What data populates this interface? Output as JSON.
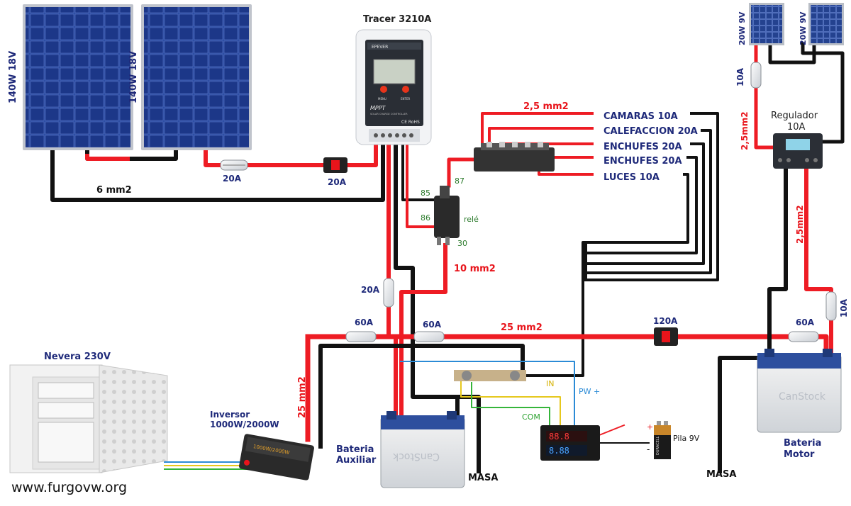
{
  "panels": {
    "main_left": "140W 18V",
    "main_right": "140W 18V",
    "small_left": "20W 9V",
    "small_right": "20W 9V"
  },
  "controller": {
    "title": "Tracer 3210A",
    "brand": "EPEVER",
    "mppt": "MPPT",
    "sub": "SOLAR CHARGE CONTROLLER",
    "ce": "CE RoHS",
    "btn1": "MENU",
    "btn2": "ENTER"
  },
  "wires": {
    "panel_cable": "6 mm2",
    "fuse_panel": "20A",
    "breaker_panel": "20A",
    "fuse_controller": "20A",
    "battery_cable": "10 mm2",
    "distribution_cable": "2,5 mm2",
    "main_cable": "25 mm2",
    "fuse_aux_1": "60A",
    "fuse_aux_2": "60A",
    "breaker_main": "120A",
    "fuse_motor": "60A",
    "inverter_cable": "25 mm2",
    "small_fuse_top": "10A",
    "small_fuse_right": "10A",
    "regulator_in": "2,5mm2",
    "regulator_out": "2,5mm2"
  },
  "circuits": [
    "CAMARAS 10A",
    "CALEFACCION 20A",
    "ENCHUFES 20A",
    "ENCHUFES 20A",
    "LUCES 10A"
  ],
  "relay": {
    "label": "relé",
    "pin85": "85",
    "pin86": "86",
    "pin87": "87",
    "pin30": "30"
  },
  "regulator": {
    "line1": "Regulador",
    "line2": "10A"
  },
  "meter": {
    "in": "IN",
    "com": "COM",
    "pw": "PW +",
    "plus": "+",
    "minus": "-",
    "pila": "Pila 9V",
    "battery_brand": "DURACELL"
  },
  "fridge": "Nevera 230V",
  "inverter": {
    "line1": "Inversor",
    "line2": "1000W/2000W",
    "face": "1000W/2000W"
  },
  "battery_aux": {
    "line1": "Bateria",
    "line2": "Auxiliar",
    "brand": "CanStock"
  },
  "battery_motor": {
    "line1": "Bateria",
    "line2": "Motor",
    "brand": "CanStock"
  },
  "ground_aux": "MASA",
  "ground_motor": "MASA",
  "watermark": "www.furgovw.org",
  "colors": {
    "positive": "#ee1c24",
    "negative": "#111111",
    "label_navy": "#1f2a7a",
    "label_red": "#e8141b",
    "panel": "#1b3a8c"
  }
}
